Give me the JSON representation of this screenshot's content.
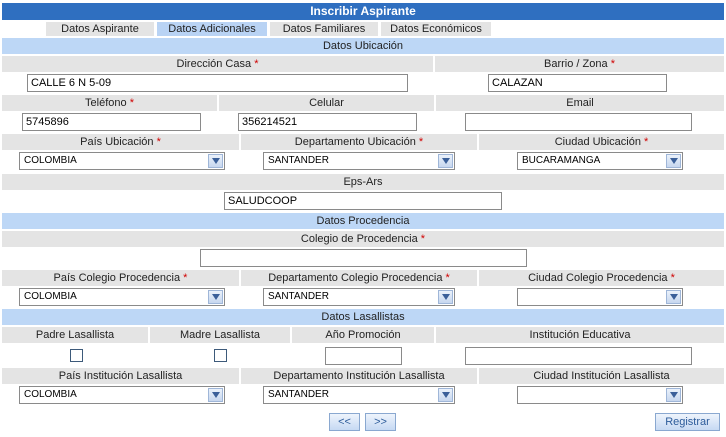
{
  "title": "Inscribir Aspirante",
  "tabs": [
    {
      "label": "Datos Aspirante"
    },
    {
      "label": "Datos Adicionales"
    },
    {
      "label": "Datos Familiares"
    },
    {
      "label": "Datos Económicos"
    }
  ],
  "ubicacion": {
    "section": "Datos Ubicación",
    "direccion": {
      "label": "Dirección Casa",
      "value": "CALLE 6 N 5-09"
    },
    "barrio": {
      "label": "Barrio / Zona",
      "value": "CALAZAN"
    },
    "telefono": {
      "label": "Teléfono",
      "value": "5745896"
    },
    "celular": {
      "label": "Celular",
      "value": "356214521"
    },
    "email": {
      "label": "Email",
      "value": ""
    },
    "pais": {
      "label": "País Ubicación",
      "value": "COLOMBIA"
    },
    "departamento": {
      "label": "Departamento Ubicación",
      "value": "SANTANDER"
    },
    "ciudad": {
      "label": "Ciudad Ubicación",
      "value": "BUCARAMANGA"
    },
    "eps": {
      "label": "Eps-Ars",
      "value": "SALUDCOOP"
    }
  },
  "procedencia": {
    "section": "Datos Procedencia",
    "colegio": {
      "label": "Colegio de Procedencia",
      "value": ""
    },
    "pais": {
      "label": "País Colegio Procedencia",
      "value": "COLOMBIA"
    },
    "departamento": {
      "label": "Departamento Colegio Procedencia",
      "value": "SANTANDER"
    },
    "ciudad": {
      "label": "Ciudad Colegio Procedencia",
      "value": ""
    }
  },
  "lasallistas": {
    "section": "Datos Lasallistas",
    "padre": {
      "label": "Padre Lasallista"
    },
    "madre": {
      "label": "Madre Lasallista"
    },
    "anio": {
      "label": "Año Promoción",
      "value": ""
    },
    "institucion": {
      "label": "Institución Educativa",
      "value": ""
    },
    "pais": {
      "label": "País Institución Lasallista",
      "value": "COLOMBIA"
    },
    "departamento": {
      "label": "Departamento Institución Lasallista",
      "value": "SANTANDER"
    },
    "ciudad": {
      "label": "Ciudad Institución Lasallista",
      "value": ""
    }
  },
  "nav": {
    "prev": "<<",
    "next": ">>",
    "submit": "Registrar"
  },
  "required_marker": "*"
}
